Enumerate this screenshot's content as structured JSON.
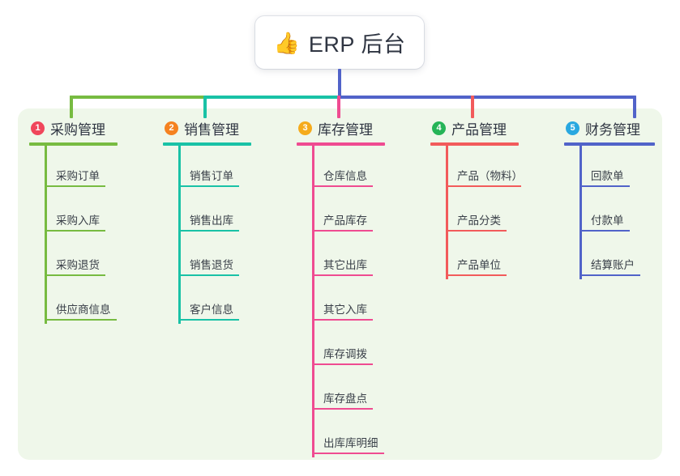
{
  "root": {
    "emoji": "👍",
    "emoji_name": "thumbs-up-icon",
    "title": "ERP 后台"
  },
  "palette": {
    "panel_bg": "#eff7ea",
    "page_bg": "#ffffff",
    "text": "#2f3542",
    "green": "#77bb41",
    "teal": "#19c2a6",
    "pink": "#ef4b91",
    "red": "#f25b5b",
    "blue": "#5163c9"
  },
  "connectors": {
    "trunk_color": "#5163c9",
    "segments": [
      {
        "name": "trunk-green",
        "color": "#77bb41"
      },
      {
        "name": "trunk-teal",
        "color": "#19c2a6"
      },
      {
        "name": "trunk-blue",
        "color": "#5163c9"
      }
    ],
    "drops": [
      {
        "name": "drop-1",
        "color": "#77bb41"
      },
      {
        "name": "drop-2",
        "color": "#19c2a6"
      },
      {
        "name": "drop-3",
        "color": "#ef4b91"
      },
      {
        "name": "drop-4",
        "color": "#f25b5b"
      },
      {
        "name": "drop-5",
        "color": "#5163c9"
      }
    ]
  },
  "columns": [
    {
      "index": "1",
      "badge_color": "#f0465b",
      "line_color": "#77bb41",
      "title": "采购管理",
      "items": [
        "采购订单",
        "采购入库",
        "采购退货",
        "供应商信息"
      ]
    },
    {
      "index": "2",
      "badge_color": "#f58220",
      "line_color": "#19c2a6",
      "title": "销售管理",
      "items": [
        "销售订单",
        "销售出库",
        "销售退货",
        "客户信息"
      ]
    },
    {
      "index": "3",
      "badge_color": "#f5ab1c",
      "line_color": "#ef4b91",
      "title": "库存管理",
      "items": [
        "仓库信息",
        "产品库存",
        "其它出库",
        "其它入库",
        "库存调拨",
        "库存盘点",
        "出库库明细"
      ]
    },
    {
      "index": "4",
      "badge_color": "#25b457",
      "line_color": "#f25b5b",
      "title": "产品管理",
      "items": [
        "产品（物料）",
        "产品分类",
        "产品单位"
      ]
    },
    {
      "index": "5",
      "badge_color": "#29a8e0",
      "line_color": "#5163c9",
      "title": "财务管理",
      "items": [
        "回款单",
        "付款单",
        "结算账户"
      ]
    }
  ]
}
